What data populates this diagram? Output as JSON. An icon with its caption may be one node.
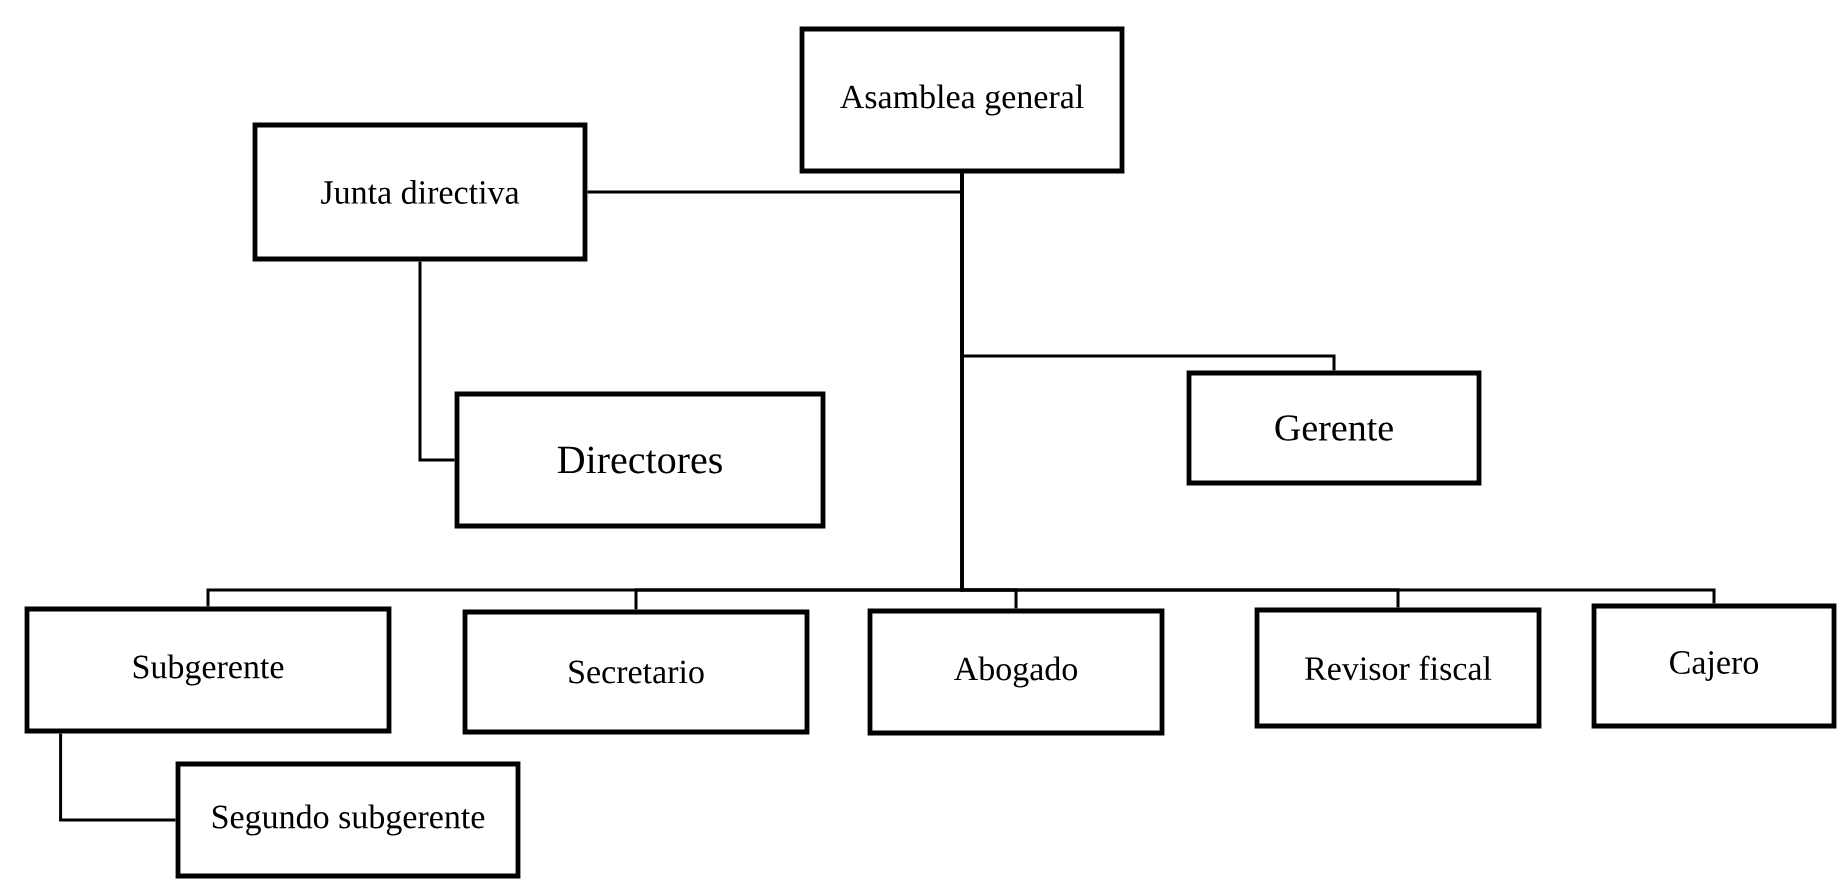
{
  "diagram": {
    "nodes": [
      {
        "text": [
          "Asamblea general"
        ]
      },
      {
        "text": [
          "Junta directiva"
        ]
      },
      {
        "text": [
          "Directores"
        ]
      },
      {
        "text": [
          "Gerente"
        ]
      },
      {
        "text": [
          "Subgerente"
        ]
      },
      {
        "text": [
          "Secretario"
        ]
      },
      {
        "text": [
          "Abogado"
        ]
      },
      {
        "text": [
          "Revisor fiscal"
        ]
      },
      {
        "text": [
          "Cajero"
        ]
      },
      {
        "text": [
          "Segundo subgerente"
        ]
      }
    ],
    "edges": [
      {
        "from": 0,
        "to": 1,
        "arrow": "none"
      },
      {
        "from": 1,
        "to": 2,
        "arrow": "none"
      },
      {
        "from": 0,
        "to": 3,
        "arrow": "none"
      },
      {
        "from": 0,
        "to": 4,
        "arrow": "none"
      },
      {
        "from": 0,
        "to": 5,
        "arrow": "none"
      },
      {
        "from": 0,
        "to": 6,
        "arrow": "none"
      },
      {
        "from": 0,
        "to": 7,
        "arrow": "none"
      },
      {
        "from": 0,
        "to": 8,
        "arrow": "none"
      },
      {
        "from": 4,
        "to": 9,
        "arrow": "none"
      }
    ]
  }
}
